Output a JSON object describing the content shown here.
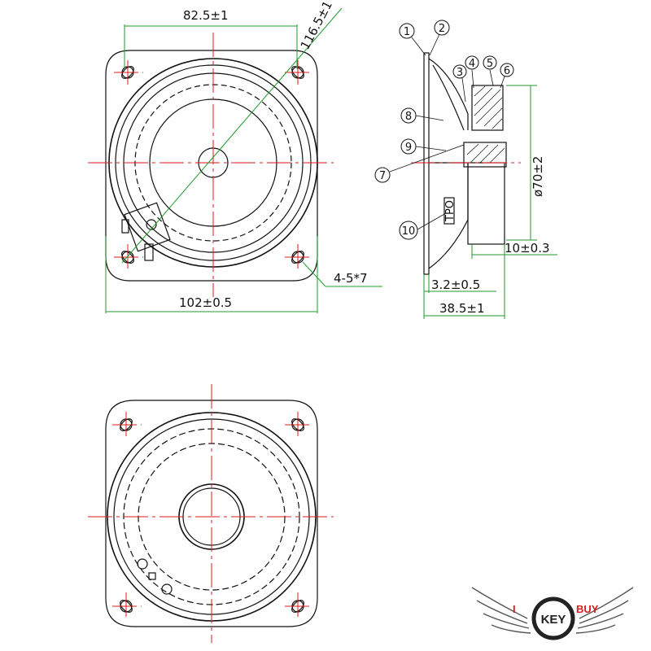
{
  "dimensions": {
    "top_width": "82.5±1",
    "diagonal": "116.5±1",
    "mount_holes": "4-5*7",
    "frame_width": "102±0.5",
    "diameter": "ø70±2",
    "depth_magnet": "10±0.3",
    "depth_flange": "3.2±0.5",
    "total_depth": "38.5±1"
  },
  "callouts": [
    "1",
    "2",
    "3",
    "4",
    "5",
    "6",
    "7",
    "8",
    "9",
    "10"
  ],
  "terminal_label": "TPO",
  "logo": {
    "left": "I",
    "middle": "KEY",
    "right": "BUY"
  },
  "colors": {
    "outline": "#111111",
    "centerline": "#d81e1e",
    "dimension": "#1f9a2c",
    "logo_red": "#d81e1e",
    "logo_dark": "#222222"
  }
}
